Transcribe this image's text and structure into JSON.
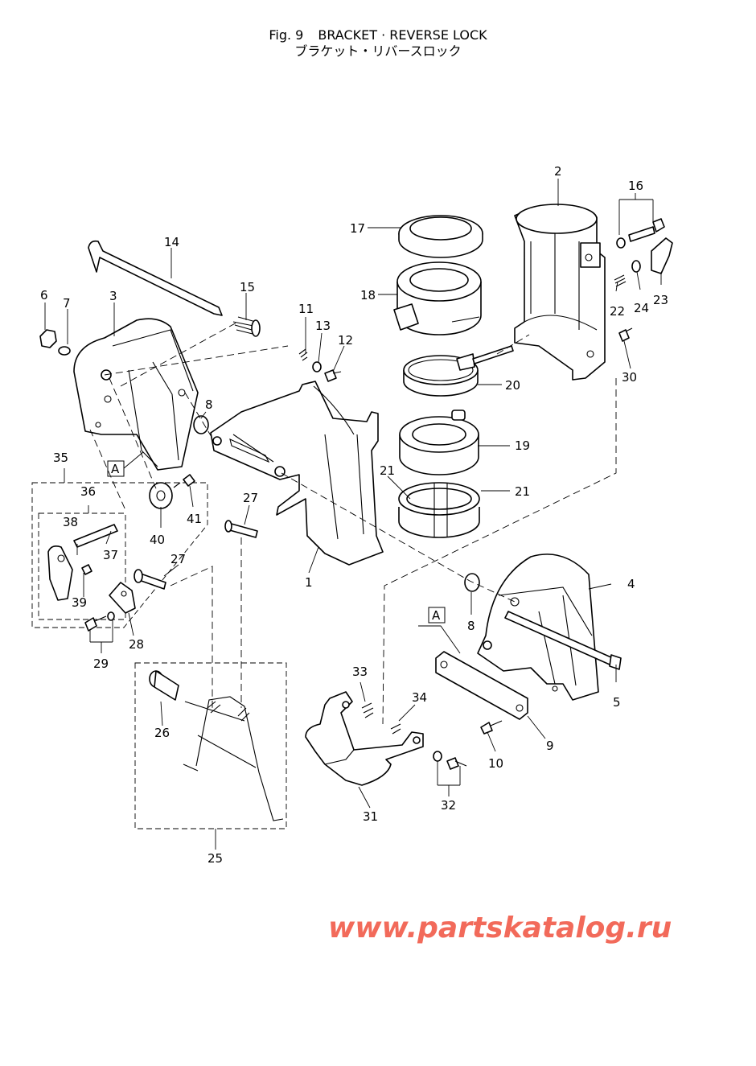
{
  "header": {
    "fig_label": "Fig. 9",
    "title": "BRACKET · REVERSE LOCK",
    "subtitle": "ブラケット・リバースロック"
  },
  "callouts": [
    "1",
    "2",
    "3",
    "4",
    "5",
    "6",
    "7",
    "8",
    "8",
    "9",
    "10",
    "11",
    "12",
    "13",
    "14",
    "15",
    "16",
    "17",
    "18",
    "19",
    "20",
    "21",
    "21",
    "22",
    "23",
    "24",
    "25",
    "26",
    "27",
    "27",
    "28",
    "29",
    "30",
    "31",
    "32",
    "33",
    "34",
    "35",
    "36",
    "37",
    "38",
    "39",
    "40",
    "41"
  ],
  "reference_marks": [
    "A",
    "A"
  ],
  "watermark": "www.partskatalog.ru"
}
